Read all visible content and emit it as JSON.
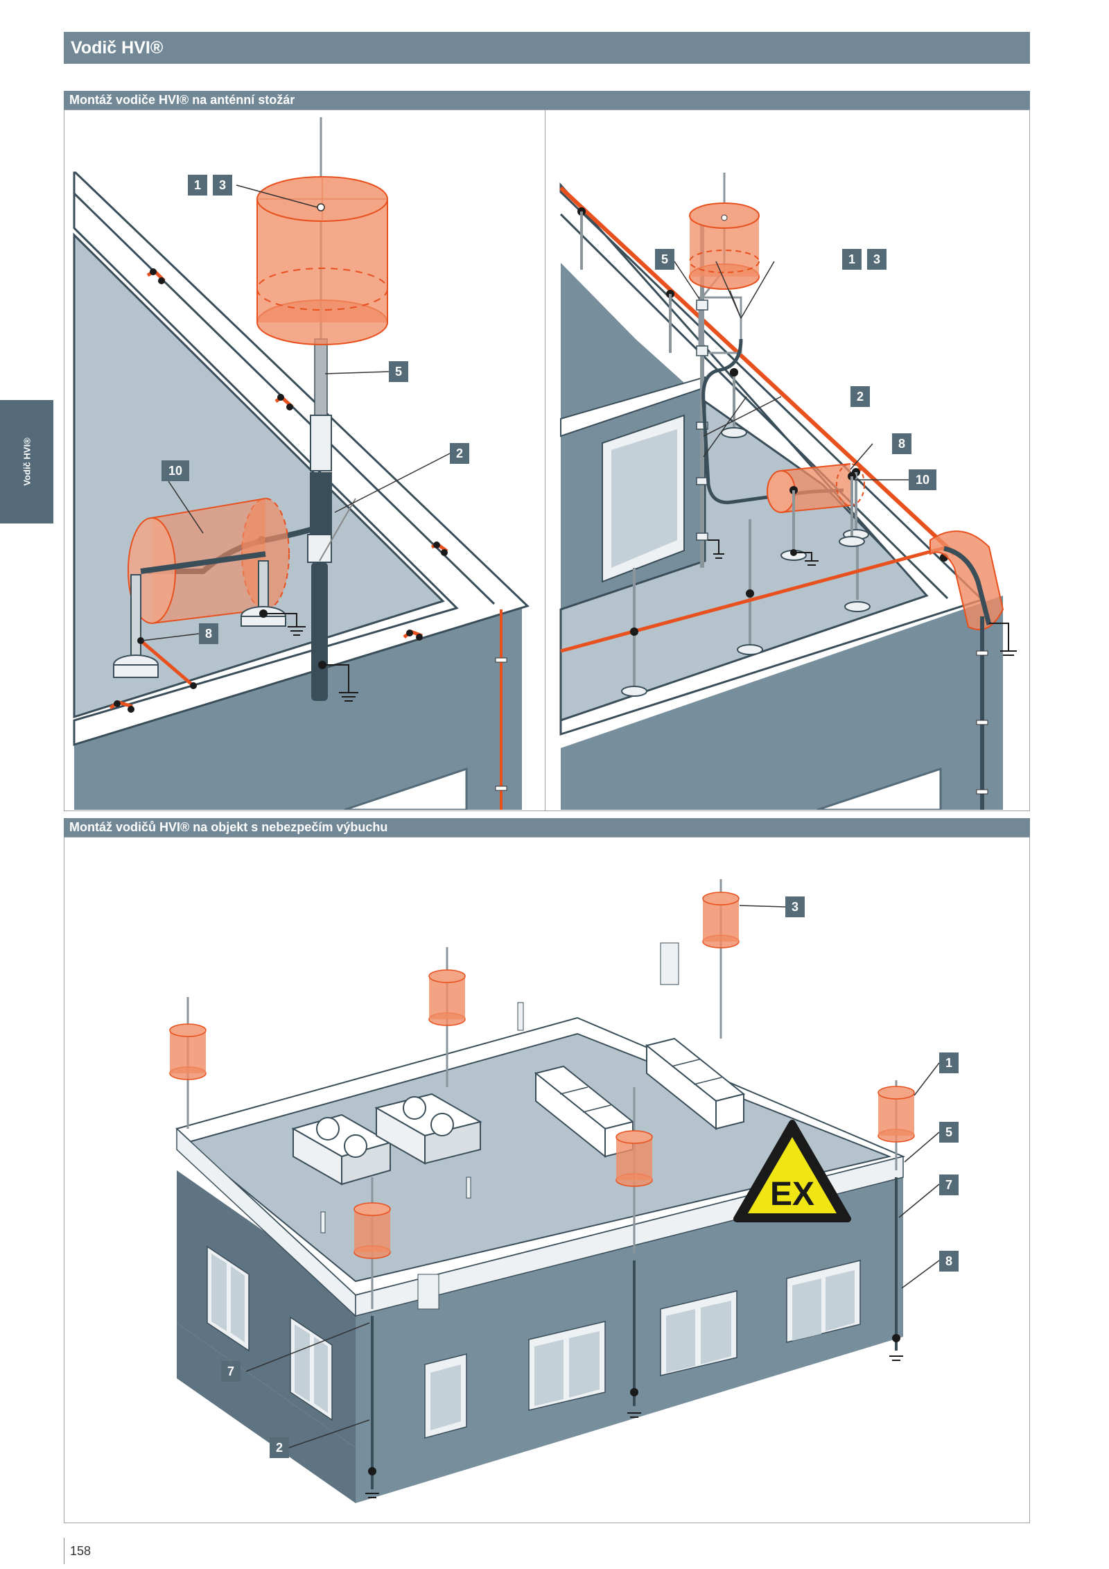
{
  "header": {
    "title": "Vodič HVI®"
  },
  "side_tab": {
    "label": "Vodič HVI®"
  },
  "sections": {
    "top": {
      "title": "Montáž vodiče HVI® na anténní stožár"
    },
    "bottom": {
      "title": "Montáž vodičů HVI® na objekt s nebezpečím výbuchu"
    }
  },
  "callouts": {
    "left": [
      "1",
      "3",
      "5",
      "2",
      "10",
      "8"
    ],
    "right": [
      "5",
      "1",
      "3",
      "2",
      "8",
      "10"
    ],
    "bottom": [
      "3",
      "1",
      "5",
      "7",
      "8",
      "7",
      "2"
    ]
  },
  "warning_sign": {
    "text": "EX"
  },
  "footer": {
    "page_number": "158"
  },
  "colors": {
    "bar": "#728896",
    "wall": "#778e9c",
    "roof": "#b4c3cc",
    "zone": "#f08c64",
    "conductor": "#e8501e",
    "cable": "#3a4e5a",
    "warning_yellow": "#f0e614"
  }
}
